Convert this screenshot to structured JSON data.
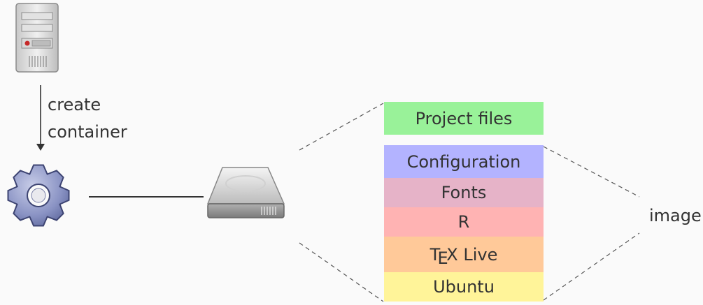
{
  "arrow_label": {
    "line1": "create",
    "line2": "container"
  },
  "layers": {
    "project_files": {
      "label": "Project files",
      "color": "#99f299"
    },
    "configuration": {
      "label": "Configuration",
      "color": "#b3b3ff"
    },
    "fonts": {
      "label": "Fonts",
      "color": "#e6b3c8"
    },
    "r": {
      "label": "R",
      "color": "#ffb3b3"
    },
    "texlive": {
      "tex_t": "T",
      "tex_e": "E",
      "tex_x": "X",
      "rest": " Live",
      "color": "#ffc999"
    },
    "ubuntu": {
      "label": "Ubuntu",
      "color": "#fff499"
    }
  },
  "image_label": "image",
  "icons": {
    "server": "server-icon",
    "gear": "gear-icon",
    "drive": "hard-drive-icon"
  }
}
